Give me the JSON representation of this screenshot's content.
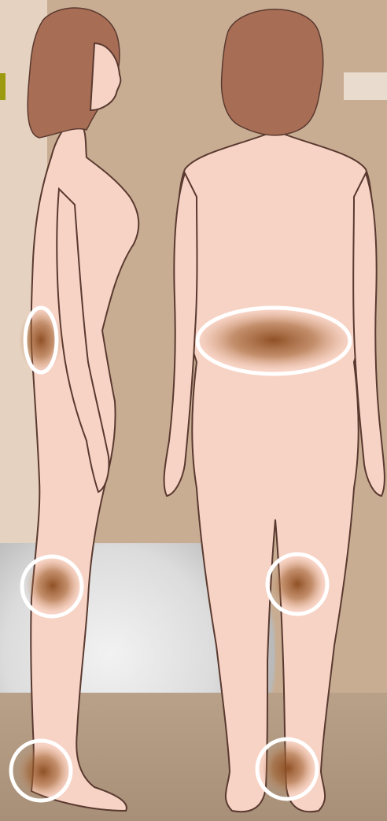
{
  "colors": {
    "background": "#c9ad93",
    "left_panel": "#e6d2c0",
    "accent_bar": "#9c9a0e",
    "accent_box": "#e9dccf",
    "skin": "#f7d3c5",
    "hair": "#a86d55",
    "outline": "#5a3a30",
    "pain_spot": "#8a4a1e",
    "highlight_ring": "#ffffff"
  },
  "figures": [
    {
      "view": "side"
    },
    {
      "view": "back"
    }
  ],
  "pain_areas": [
    {
      "figure": "side",
      "region": "lower-back",
      "shape": "oval"
    },
    {
      "figure": "side",
      "region": "knee",
      "shape": "circle"
    },
    {
      "figure": "side",
      "region": "ankle",
      "shape": "circle"
    },
    {
      "figure": "back",
      "region": "lower-back",
      "shape": "ellipse"
    },
    {
      "figure": "back",
      "region": "knee",
      "shape": "circle"
    },
    {
      "figure": "back",
      "region": "ankle",
      "shape": "circle"
    }
  ]
}
